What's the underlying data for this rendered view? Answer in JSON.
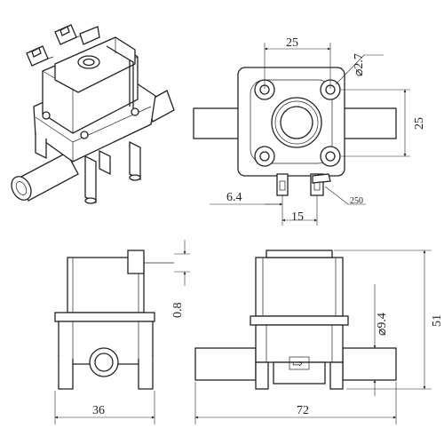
{
  "dimensions": {
    "top_width": "25",
    "hole_diameter": "⌀2.7",
    "side_height": "25",
    "pin_offset": "6.4",
    "pin_spacing": "15",
    "terminal_width": "250",
    "thickness": "0.8",
    "base_width": "36",
    "overall_length": "72",
    "port_diameter": "⌀9.4",
    "overall_height": "51"
  },
  "flow_arrow": "⇨"
}
